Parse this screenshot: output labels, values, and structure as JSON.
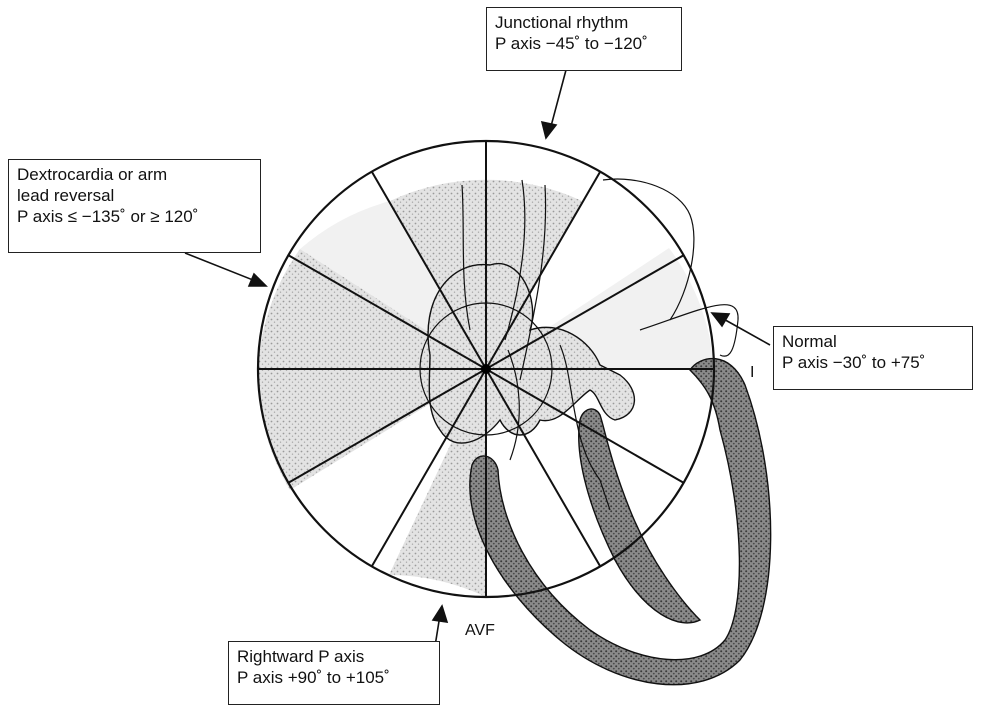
{
  "callouts": {
    "junctional": {
      "line1": "Junctional rhythm",
      "line2": "P axis −45˚ to −120˚"
    },
    "dextrocardia": {
      "line1": "Dextrocardia or arm",
      "line2": "lead reversal",
      "line3": "P axis ≤ −135˚ or ≥ 120˚"
    },
    "normal": {
      "line1": "Normal",
      "line2": "P axis −30˚ to +75˚"
    },
    "rightward": {
      "line1": "Rightward P axis",
      "line2": "P axis +90˚ to +105˚"
    }
  },
  "leads": {
    "lead_i": "I",
    "lead_avf": "AVF"
  },
  "colors": {
    "stroke": "#111111",
    "shade": "#cfcfcf",
    "dark_shade": "#7a7a7a"
  }
}
